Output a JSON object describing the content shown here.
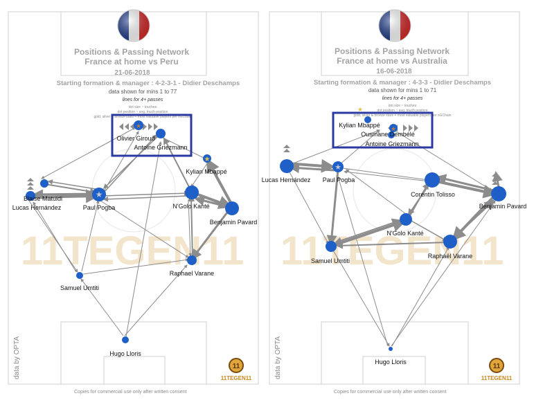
{
  "panels": [
    {
      "title": "Positions & Passing Network",
      "match": "France at home vs Peru",
      "date": "21-06-2018",
      "formation": "Starting formation & manager : 4-2-3-1 - Didier Deschamps",
      "minutes": "data shown for mins 1 to 77",
      "lines_note": "lines for 4+ passes",
      "legend_1": "dot size ~ touches",
      "legend_2": "dot position ~ avg. touch position",
      "legend_3": "gold, silver & bronze stars = most valuable players per xGChain",
      "credit": "data by OPTA",
      "brand": "11TEGEN11",
      "players": [
        {
          "name": "Olivier Giroud"
        },
        {
          "name": "Antoine Griezmann"
        },
        {
          "name": "Kylian Mbappé"
        },
        {
          "name": "Blaise Matuidi"
        },
        {
          "name": "Lucas Hernández"
        },
        {
          "name": "Paul Pogba"
        },
        {
          "name": "N'Golo Kanté"
        },
        {
          "name": "Benjamin Pavard"
        },
        {
          "name": "Samuel Umtiti"
        },
        {
          "name": "Raphael Varane"
        },
        {
          "name": "Hugo Lloris"
        }
      ]
    },
    {
      "title": "Positions & Passing Network",
      "match": "France at home vs Australia",
      "date": "16-06-2018",
      "formation": "Starting formation & manager : 4-3-3 - Didier Deschamps",
      "minutes": "data shown for mins 1 to 71",
      "lines_note": "lines for 4+ passes",
      "legend_1": "dot size ~ touches",
      "legend_2": "dot position ~ avg. touch position",
      "legend_3": "gold, silver & bronze stars = most valuable players per xGChain",
      "credit": "data by OPTA",
      "brand": "11TEGEN11",
      "players": [
        {
          "name": "Kylian Mbappé"
        },
        {
          "name": "Ousmane Dembélé"
        },
        {
          "name": "Antoine Griezmann"
        },
        {
          "name": "Lucas Hernández"
        },
        {
          "name": "Paul Pogba"
        },
        {
          "name": "Corentin Tolisso"
        },
        {
          "name": "Benjamin Pavard"
        },
        {
          "name": "N'Golo Kanté"
        },
        {
          "name": "Samuel Umtiti"
        },
        {
          "name": "Raphaël Varane"
        },
        {
          "name": "Hugo Lloris"
        }
      ]
    }
  ],
  "footer": "Copies for commercial use only after written consent",
  "colors": {
    "player_dot": "#1f5fc8",
    "highlight_box": "#2b3aa0",
    "pass_line": "#8c8c8c",
    "pitch_line": "#c8c8c8",
    "watermark": "#f3e5cc",
    "flag_blue": "#1d3a8a",
    "flag_red": "#d62a2a"
  }
}
